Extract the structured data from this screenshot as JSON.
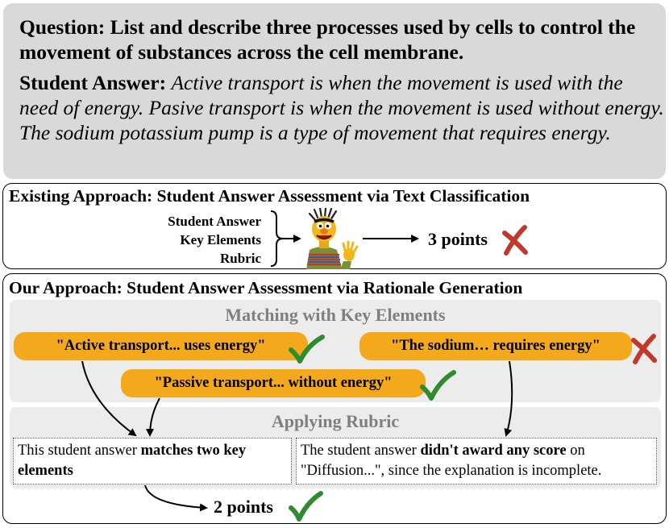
{
  "question": {
    "text": "Question: List and describe three processes used by cells to control the movement of substances across the cell membrane.",
    "answer_label": "Student Answer:",
    "answer_text": "Active transport is when the movement is used with the need of energy. Pasive transport is when the movement is used without energy. The sodium potassium pump is a type of movement that requires energy."
  },
  "existing": {
    "title": "Existing Approach: Student Answer Assessment via Text Classification",
    "inputs": [
      "Student Answer",
      "Key Elements",
      "Rubric"
    ],
    "result": "3 points",
    "result_status": "incorrect",
    "model_icon": "bert-muppet-icon"
  },
  "ours": {
    "title": "Our Approach: Student Answer Assessment via Rationale Generation",
    "matching": {
      "title": "Matching with Key Elements",
      "elements": [
        {
          "text": "\"Active transport... uses energy\"",
          "status": "matched"
        },
        {
          "text": "\"The sodium… requires energy\"",
          "status": "unmatched"
        },
        {
          "text": "\"Passive transport... without energy\"",
          "status": "matched"
        }
      ]
    },
    "rubric": {
      "title": "Applying Rubric",
      "left": {
        "pre": "This student answer ",
        "bold": "matches two key elements",
        "post": ""
      },
      "right": {
        "pre": "The student answer ",
        "bold": "didn't award any score",
        "post": " on \"Diffusion...\", since the explanation is incomplete."
      }
    },
    "result": "2 points",
    "result_status": "correct"
  },
  "colors": {
    "pill": "#f4a91c",
    "check": "#2e8b2e",
    "cross": "#c0392b",
    "question_bg": "#d9d9d9",
    "panel_bg": "#ececec",
    "panel_title": "#7f7f7f"
  }
}
